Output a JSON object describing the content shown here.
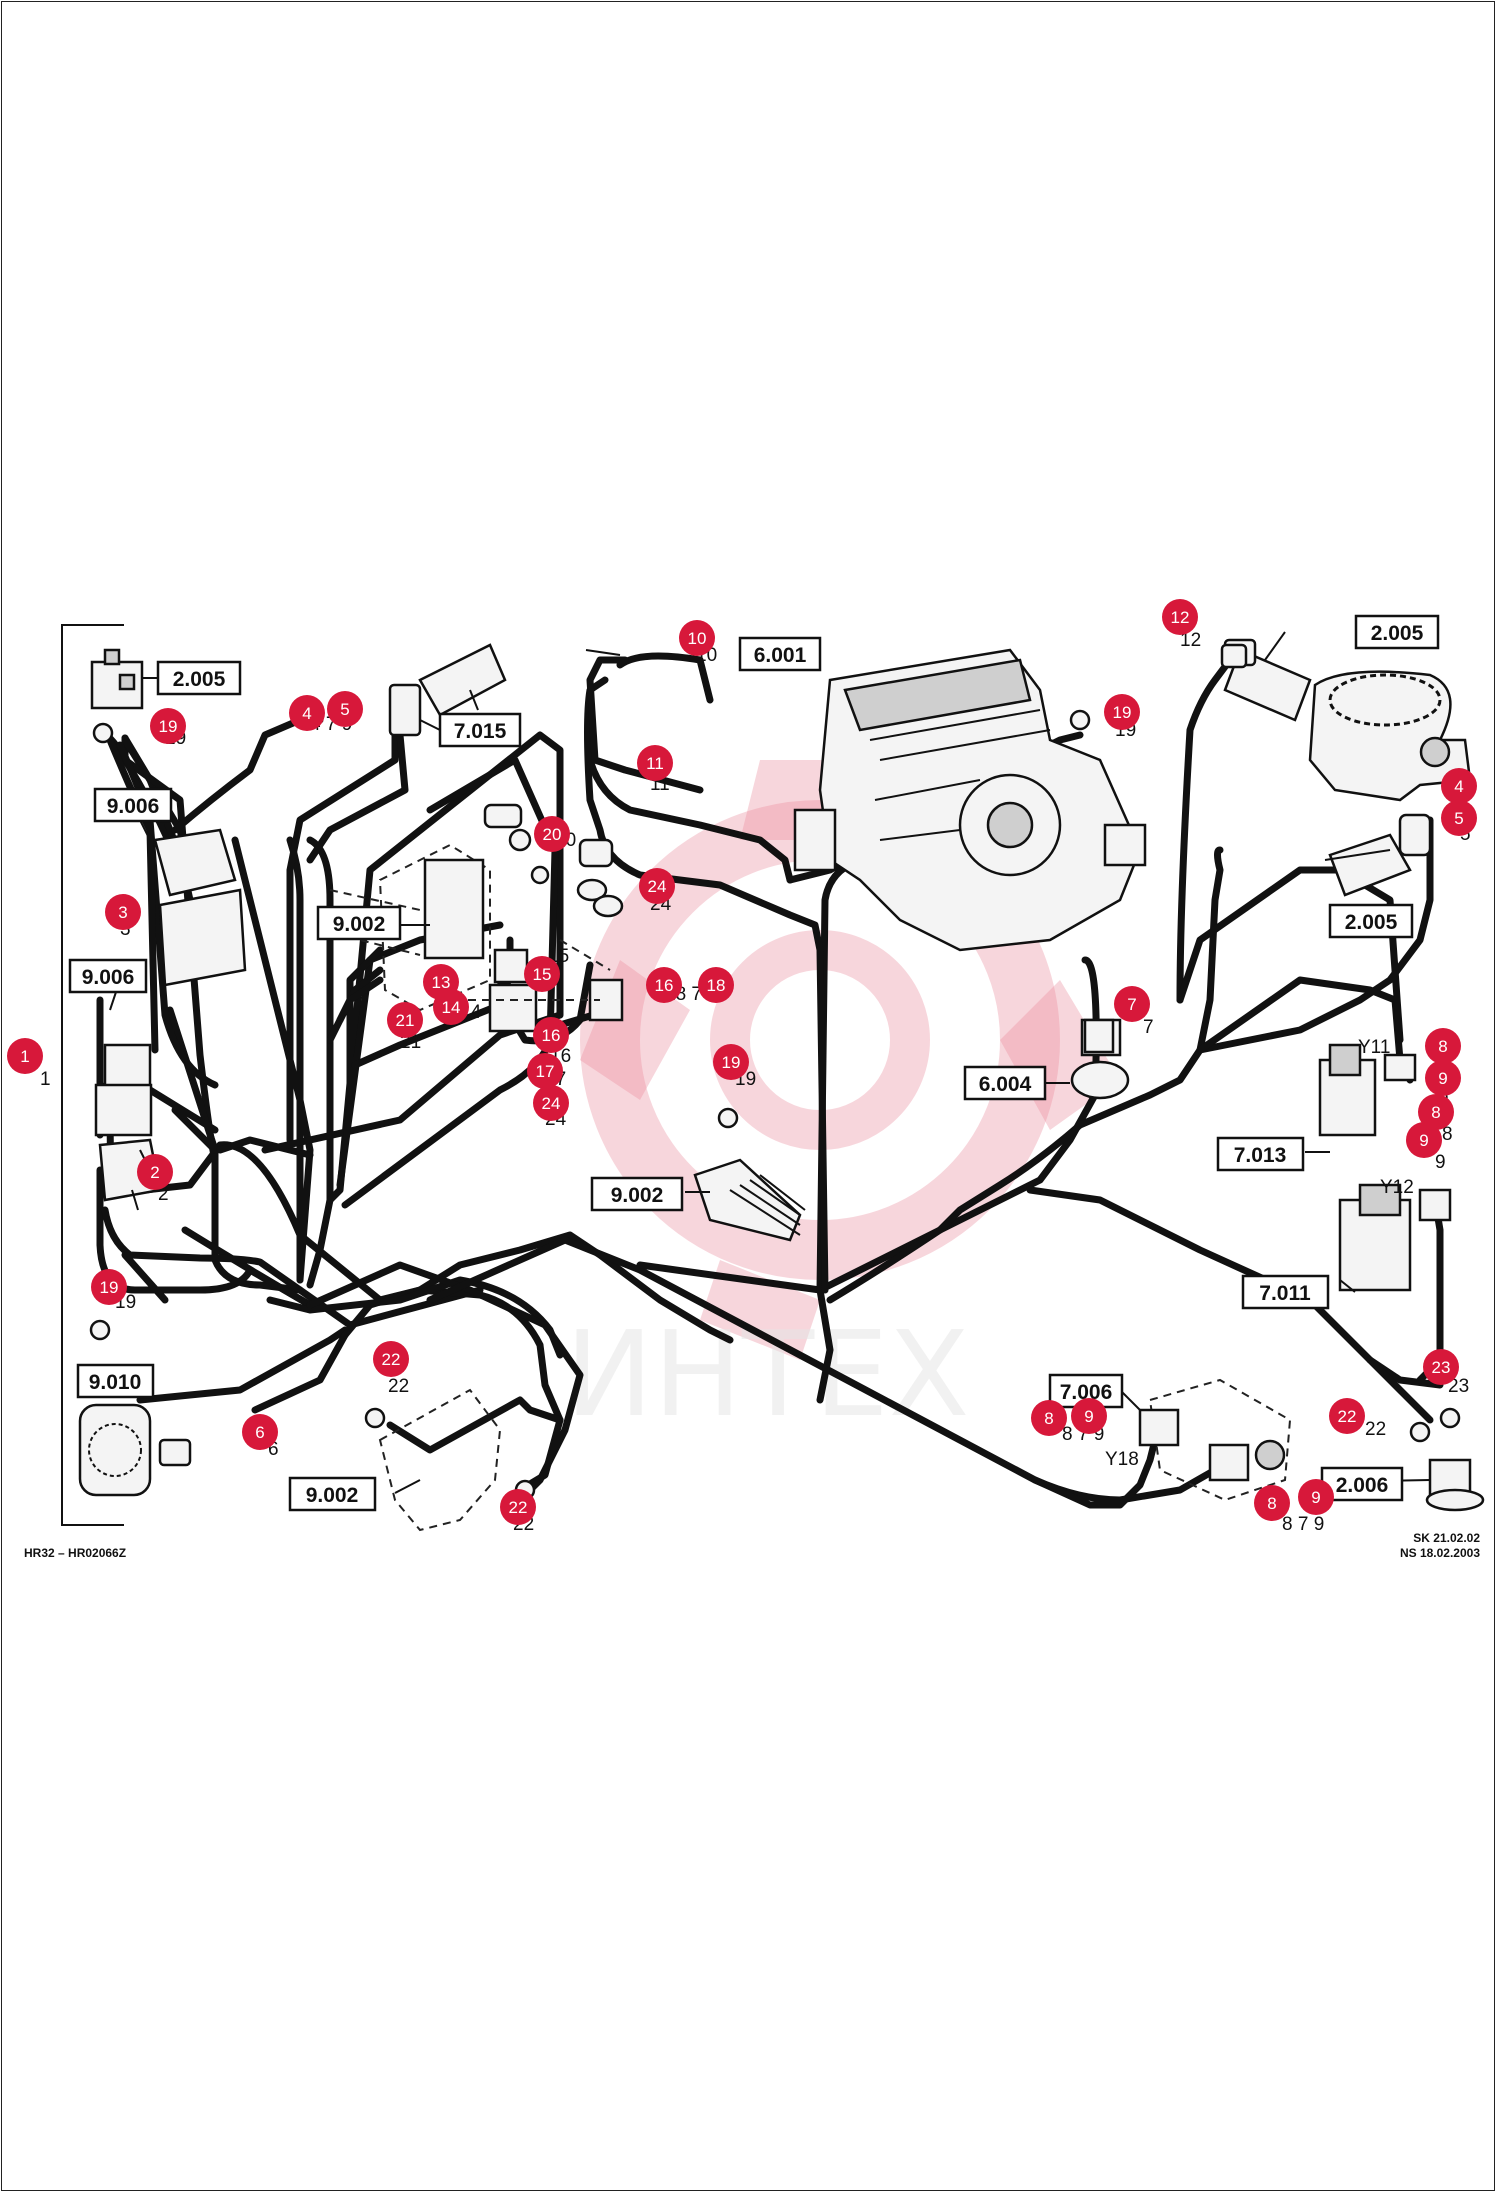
{
  "watermark": {
    "text": "ИНТЕХ",
    "color": "#d7183a"
  },
  "footer": {
    "left": "HR32  –  HR02066Z",
    "right_line1": "SK  21.02.02",
    "right_line2": "NS  18.02.2003"
  },
  "part_refs": {
    "r2005a": "2.005",
    "r9006a": "9.006",
    "r9006b": "9.006",
    "r9002a": "9.002",
    "r7015": "7.015",
    "r6001": "6.001",
    "r2005b": "2.005",
    "r2005c": "2.005",
    "r6004": "6.004",
    "r7013": "7.013",
    "r7011": "7.011",
    "r9002b": "9.002",
    "r9010": "9.010",
    "r9002c": "9.002",
    "r7006": "7.006",
    "r2006": "2.006"
  },
  "valve_labels": {
    "y11": "Y11",
    "y12": "Y12",
    "y18": "Y18"
  },
  "callouts": {
    "c1": "1",
    "c2": "2",
    "c3": "3",
    "c4a": "4",
    "c5a": "5",
    "c19a": "19",
    "c20": "20",
    "c24a": "24",
    "c15": "15",
    "c13": "13",
    "c14": "14",
    "c21": "21",
    "c16a": "16",
    "c18": "18",
    "c16b": "16",
    "c17": "17",
    "c24b": "24",
    "c19b": "19",
    "c10": "10",
    "c11": "11",
    "c19c": "19",
    "c12": "12",
    "c4b": "4",
    "c5b": "5",
    "c7": "7",
    "c8a": "8",
    "c9a": "9",
    "c8b": "8",
    "c9b": "9",
    "c19d": "19",
    "c6": "6",
    "c22a": "22",
    "c22b": "22",
    "c23": "23",
    "c22c": "22",
    "c8c": "8",
    "c9c": "9",
    "c8d": "8",
    "c9d": "9"
  },
  "plain_numbers": {
    "n19a": "19",
    "n3": "3",
    "n2": "2",
    "n1": "1",
    "n479": "4 7 9",
    "n20": "20",
    "n24a": "24",
    "n15": "15",
    "n14": "14",
    "n21": "21",
    "n1875": "18 7 5",
    "n16": "16",
    "n17": "17",
    "n24b": "24",
    "n19b": "19",
    "n10": "10",
    "n11": "11",
    "n19c": "19",
    "n12": "12",
    "n5": "5",
    "n7": "7",
    "n9a": "9",
    "n8": "8",
    "n9b": "9",
    "n19d": "19",
    "n6": "6",
    "n22a": "22",
    "n23": "23",
    "n22b": "22",
    "n22c": "22",
    "n879a": "8 7 9",
    "n879b": "8 7 9"
  }
}
